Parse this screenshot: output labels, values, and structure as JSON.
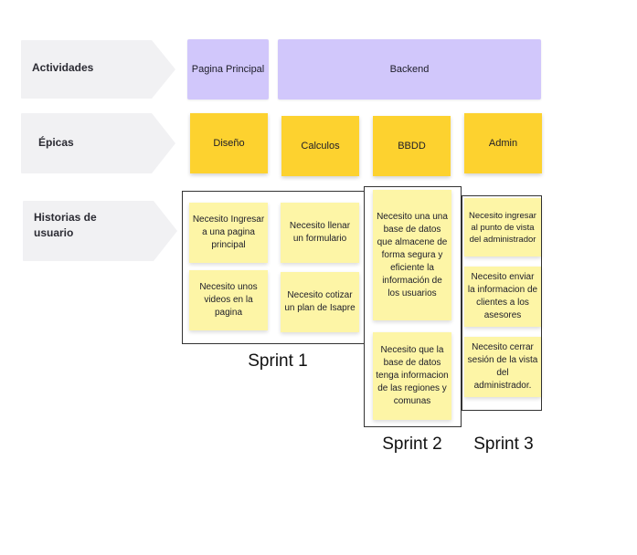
{
  "rows": {
    "actividades": "Actividades",
    "epicas": "Épicas",
    "historias": "Historias de usuario"
  },
  "activities": [
    "Pagina Principal",
    "Backend"
  ],
  "epics": [
    "Diseño",
    "Calculos",
    "BBDD",
    "Admin"
  ],
  "stories": {
    "s1": "Necesito Ingresar a una pagina principal",
    "s2": "Necesito llenar un formulario",
    "s3": "Necesito unos videos en la pagina",
    "s4": "Necesito cotizar un plan de Isapre",
    "s5": "Necesito una una base de datos que almacene de forma segura y eficiente la información de los usuarios",
    "s6": "Necesito que la base de datos tenga informacion de las regiones y comunas",
    "s7": "Necesito ingresar al punto de vista del administrador",
    "s8": "Necesito enviar la informacion de clientes a los asesores",
    "s9": "Necesito cerrar sesión de la vista del administrador."
  },
  "sprints": [
    "Sprint 1",
    "Sprint 2",
    "Sprint 3"
  ],
  "colors": {
    "row_label_bg": "#f1f1f3",
    "activity": "#d1c7fb",
    "epic": "#fdd22f",
    "story": "#fdf5a6",
    "border": "#333333"
  }
}
